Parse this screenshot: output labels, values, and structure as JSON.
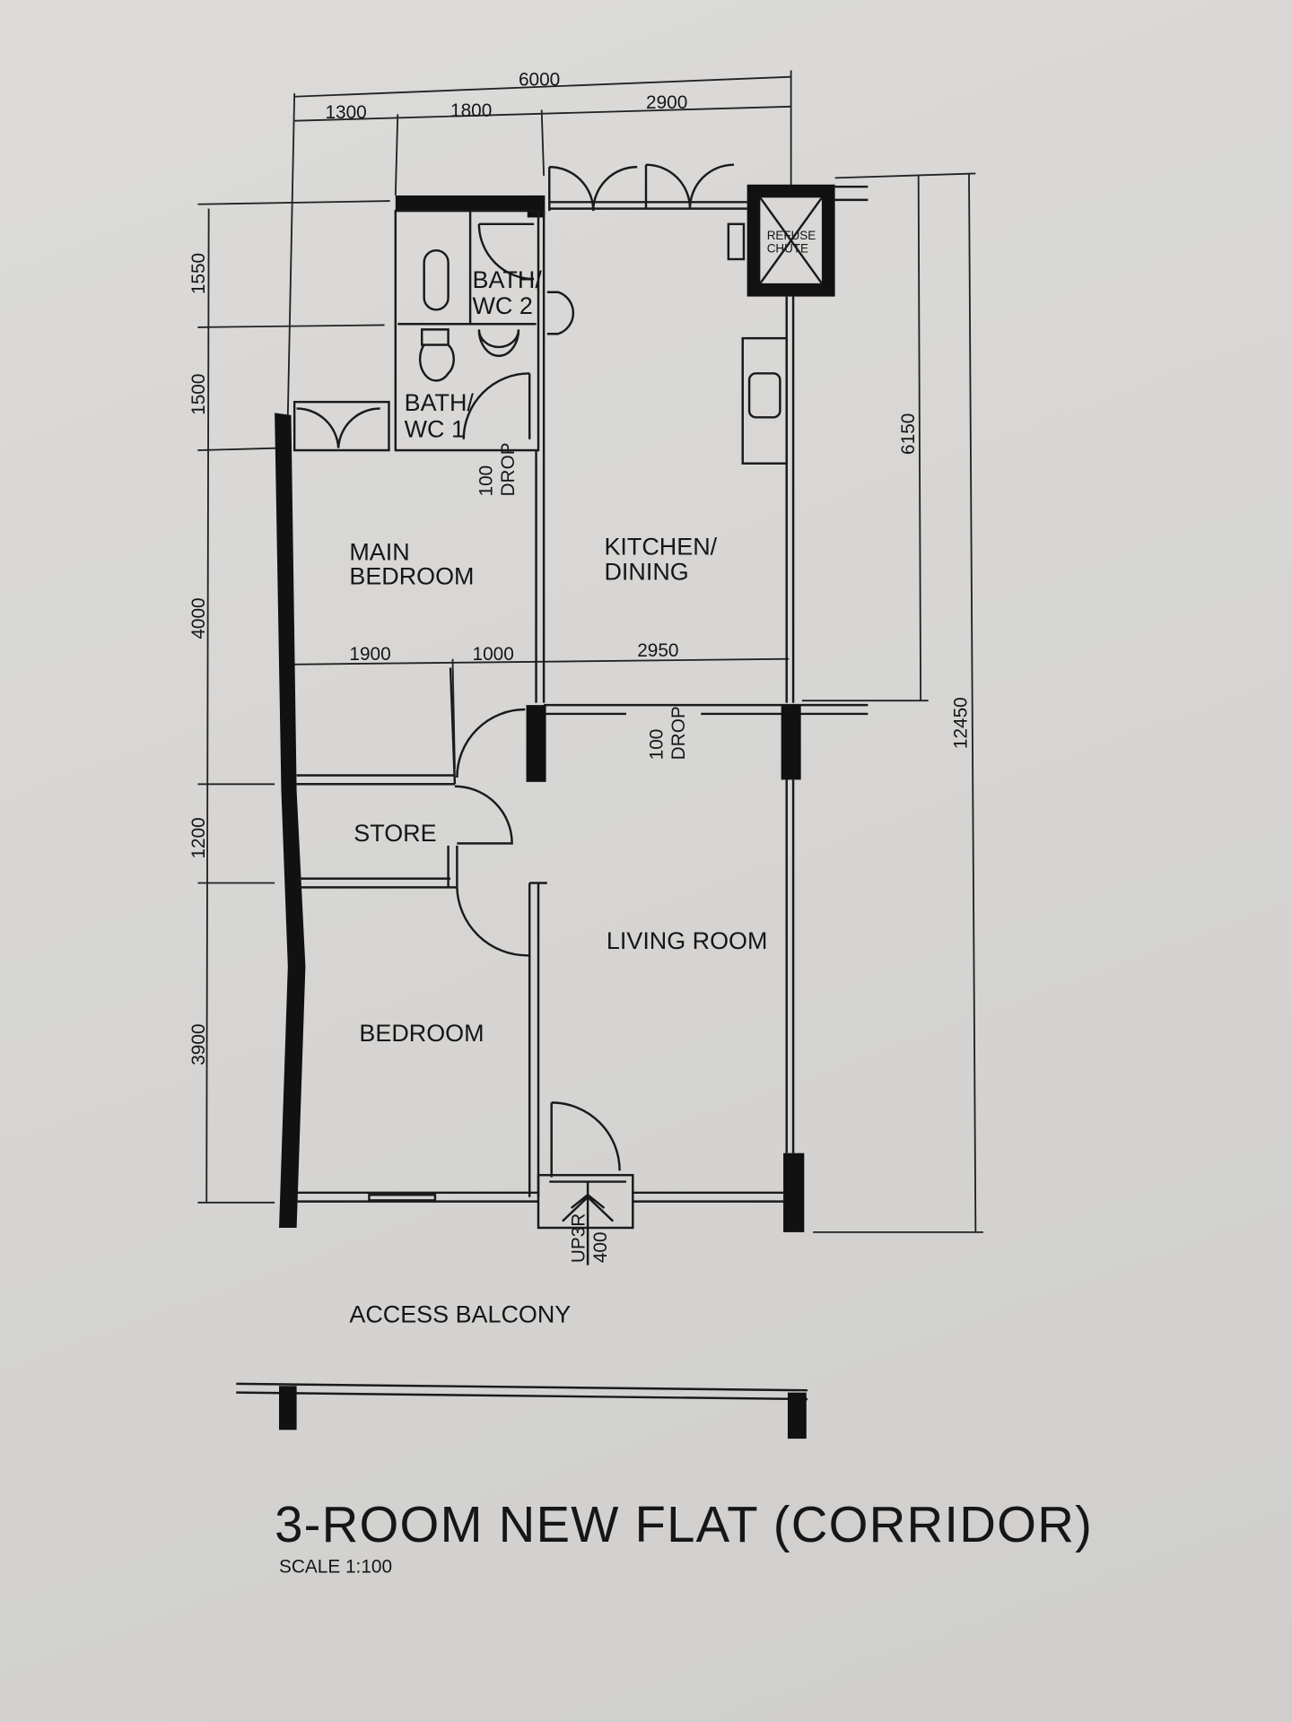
{
  "title": "3-ROOM NEW FLAT (CORRIDOR)",
  "scale": "SCALE  1:100",
  "rooms": {
    "main_bedroom_1": "MAIN",
    "main_bedroom_2": "BEDROOM",
    "kitchen_1": "KITCHEN/",
    "kitchen_2": "DINING",
    "bath2_1": "BATH/",
    "bath2_2": "WC 2",
    "bath1_1": "BATH/",
    "bath1_2": "WC 1",
    "store": "STORE",
    "living": "LIVING ROOM",
    "bedroom": "BEDROOM",
    "access_balcony": "ACCESS  BALCONY",
    "refuse_1": "REFUSE",
    "refuse_2": "CHUTE"
  },
  "notes": {
    "drop1_a": "100",
    "drop1_b": "DROP",
    "drop2_a": "100",
    "drop2_b": "DROP",
    "stair_a": "UP3R",
    "stair_b": "400"
  },
  "dimensions": {
    "top_total": "6000",
    "top": [
      "1300",
      "1800",
      "2900"
    ],
    "left": [
      "1550",
      "1500",
      "4000",
      "1200",
      "3900"
    ],
    "middle": [
      "1900",
      "1000",
      "2950"
    ],
    "right_partial": "6150",
    "right_total": "12450"
  }
}
